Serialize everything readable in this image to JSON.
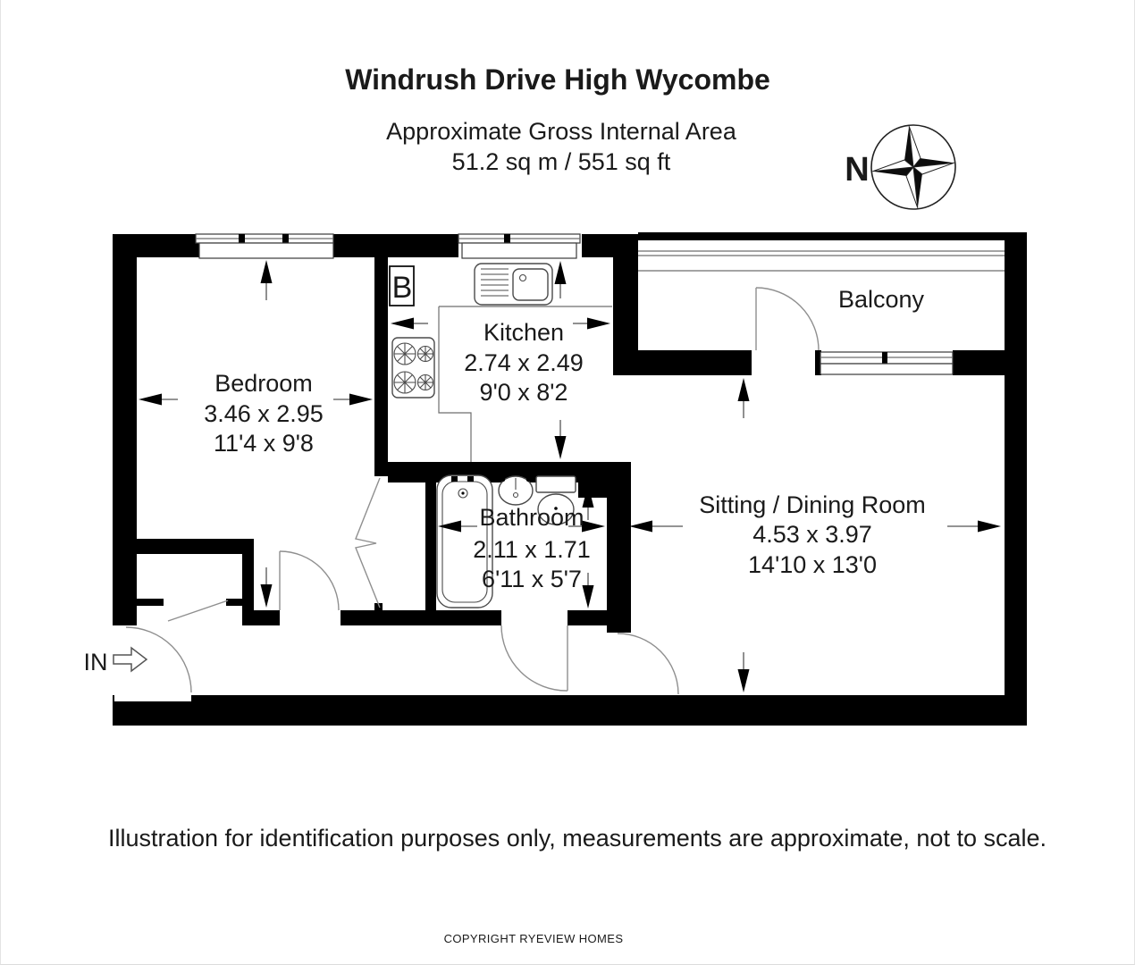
{
  "header": {
    "title": "Windrush Drive  High Wycombe",
    "area_label": "Approximate Gross Internal Area",
    "area_value": "51.2 sq m / 551 sq ft"
  },
  "compass": {
    "north_label": "N"
  },
  "rooms": {
    "bedroom": {
      "name": "Bedroom",
      "metric": "3.46 x 2.95",
      "imperial": "11'4 x 9'8"
    },
    "kitchen": {
      "name": "Kitchen",
      "metric": "2.74 x 2.49",
      "imperial": "9'0 x 8'2"
    },
    "bathroom": {
      "name": "Bathroom",
      "metric": "2.11 x 1.71",
      "imperial": "6'11 x 5'7"
    },
    "sitting_dining": {
      "name": "Sitting / Dining Room",
      "metric": "4.53 x 3.97",
      "imperial": "14'10 x 13'0"
    },
    "balcony": {
      "name": "Balcony"
    }
  },
  "annotations": {
    "entrance": "IN",
    "boiler": "B"
  },
  "footer": {
    "disclaimer": "Illustration for identification purposes only, measurements are approximate, not to scale.",
    "copyright": "COPYRIGHT RYEVIEW HOMES"
  },
  "colors": {
    "wall": "#000000",
    "text": "#1a1a1a",
    "line": "#808080"
  }
}
